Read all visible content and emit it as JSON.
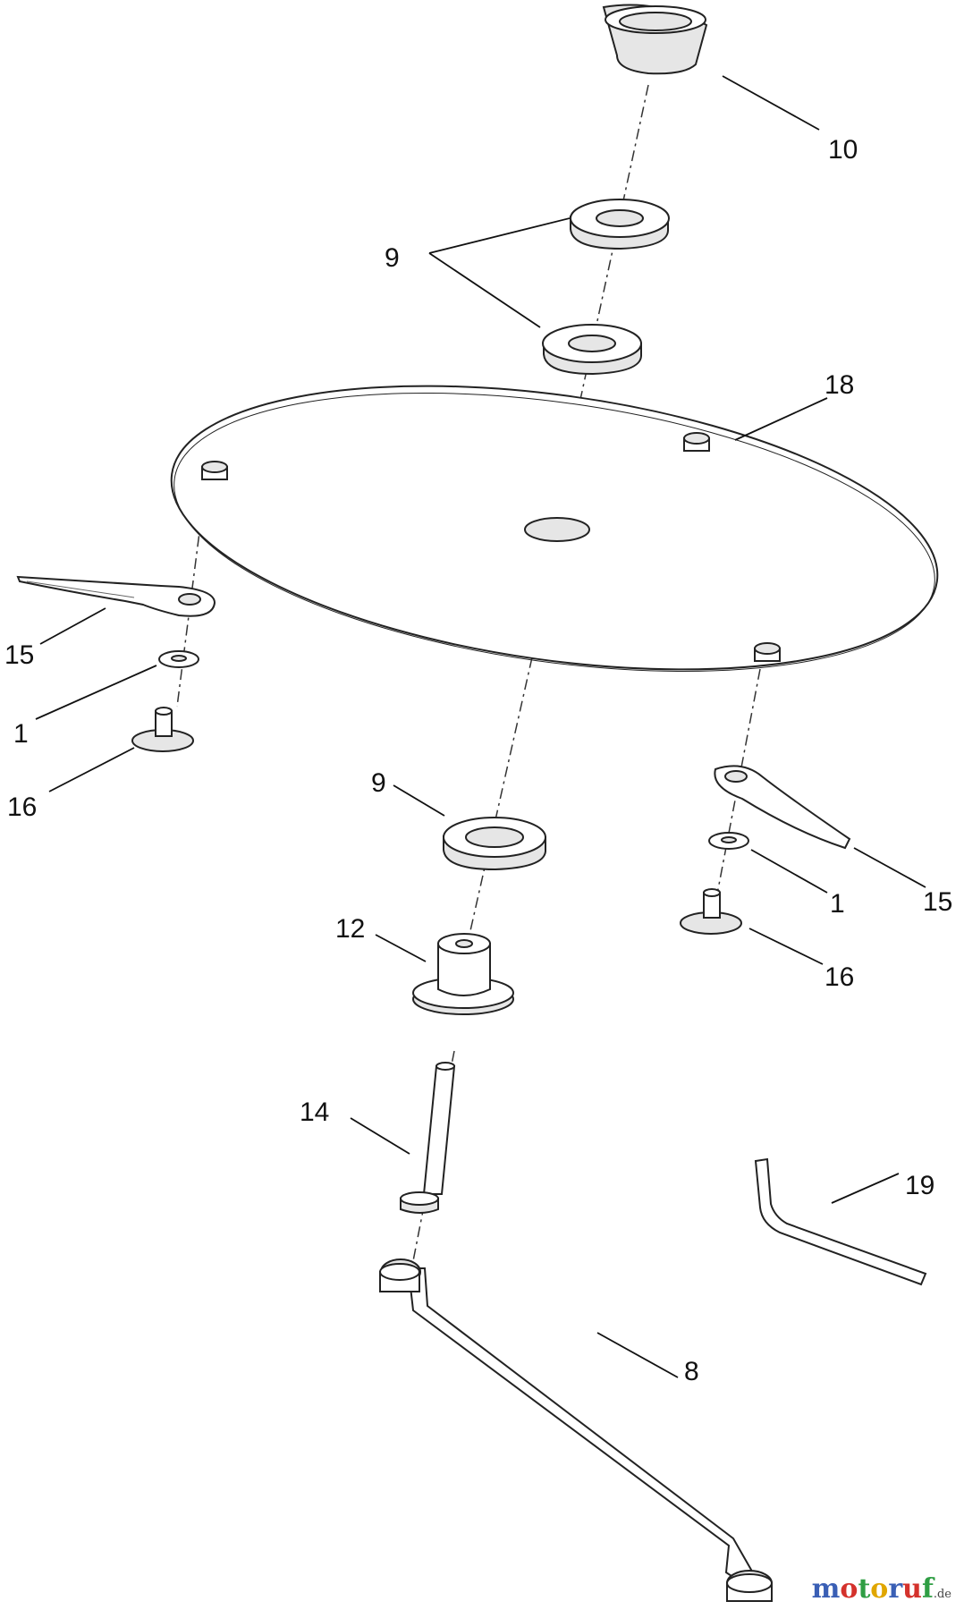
{
  "callouts": {
    "c10": "10",
    "c9_top": "9",
    "c18": "18",
    "c15_left": "15",
    "c1_left": "1",
    "c16_left": "16",
    "c9_bottom": "9",
    "c15_right": "15",
    "c1_right": "1",
    "c16_right": "16",
    "c12": "12",
    "c14": "14",
    "c19": "19",
    "c8": "8"
  },
  "watermark": {
    "letters": [
      "m",
      "o",
      "t",
      "o",
      "r",
      "u",
      "f"
    ],
    "colors": [
      "#3a5fb5",
      "#d4322c",
      "#2f9e44",
      "#e0a600",
      "#3a5fb5",
      "#d4322c",
      "#2f9e44"
    ],
    "suffix": ".de"
  }
}
